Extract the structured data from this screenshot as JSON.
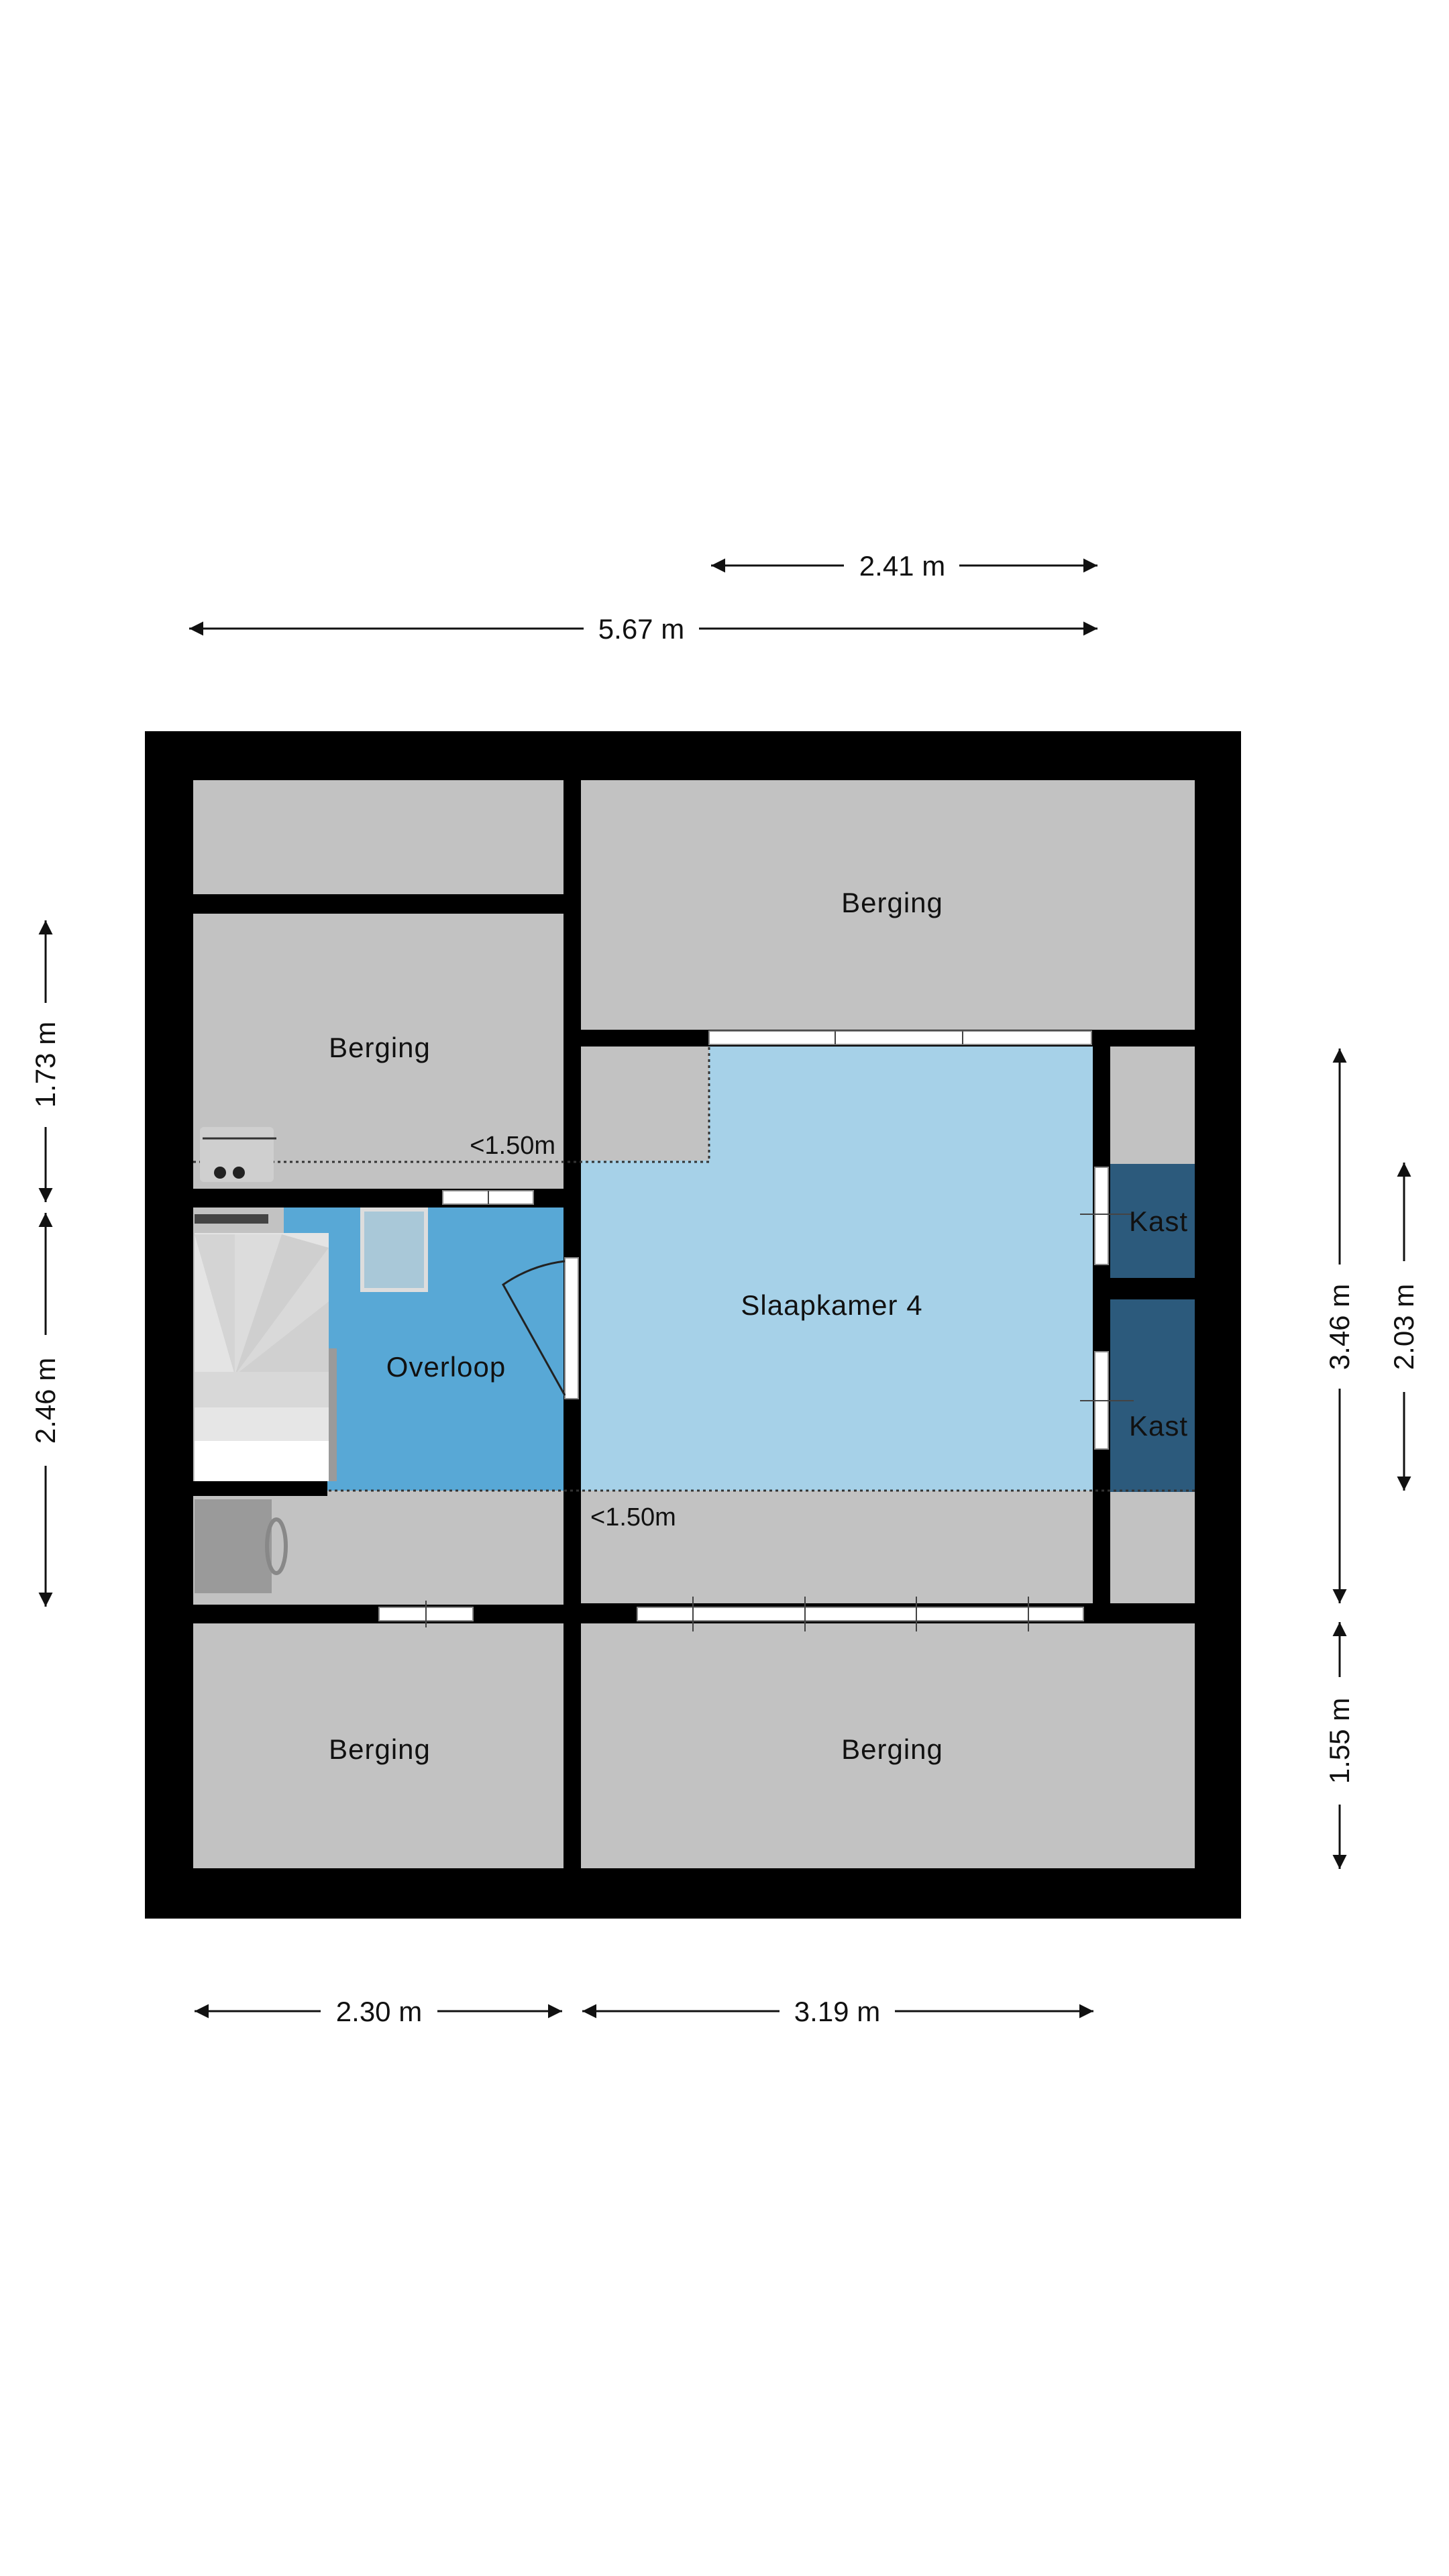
{
  "colors": {
    "wall": "#000000",
    "storage": "#c2c2c2",
    "bedroom": "#a6d1e8",
    "landing": "#58a8d6",
    "closet": "#2c5a7c",
    "background": "#ffffff"
  },
  "dimensions": {
    "top_short": "2.41 m",
    "top_long": "5.67 m",
    "left_upper": "1.73 m",
    "left_lower": "2.46 m",
    "right_outer_mid": "3.46 m",
    "right_outer_low": "1.55 m",
    "right_inner": "2.03 m",
    "bottom_left": "2.30 m",
    "bottom_right": "3.19 m"
  },
  "rooms": {
    "berging_top_right": "Berging",
    "berging_left": "Berging",
    "slaapkamer": "Slaapkamer 4",
    "overloop": "Overloop",
    "kast_upper": "Kast",
    "kast_lower": "Kast",
    "berging_bottom_left": "Berging",
    "berging_bottom_right": "Berging"
  },
  "height_notes": {
    "upper": "<1.50m",
    "lower": "<1.50m"
  }
}
